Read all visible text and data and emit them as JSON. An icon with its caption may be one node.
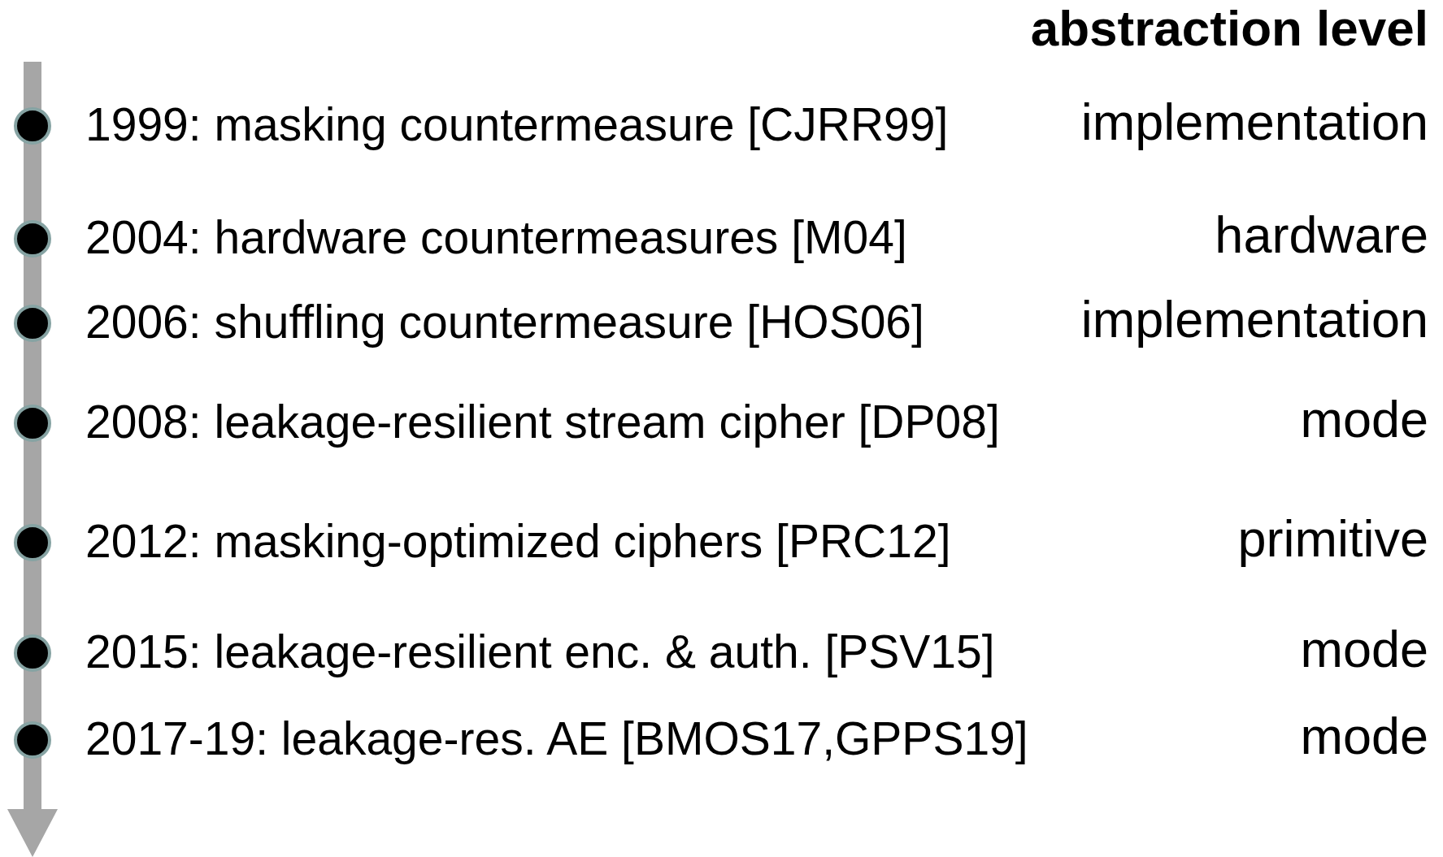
{
  "diagram": {
    "labels": [
      "abstraction level",
      "1999: masking countermeasure [CJRR99]",
      "implementation",
      "2004: hardware countermeasures [M04]",
      "hardware",
      "2006: shuffling countermeasure [HOS06]",
      "implementation",
      "2008: leakage-resilient stream cipher [DP08]",
      "mode",
      "2012: masking-optimized ciphers [PRC12]",
      "primitive",
      "2015: leakage-resilient enc. & auth. [PSV15]",
      "mode",
      "2017-19: leakage-res. AE [BMOS17,GPPS19]",
      "mode"
    ]
  }
}
